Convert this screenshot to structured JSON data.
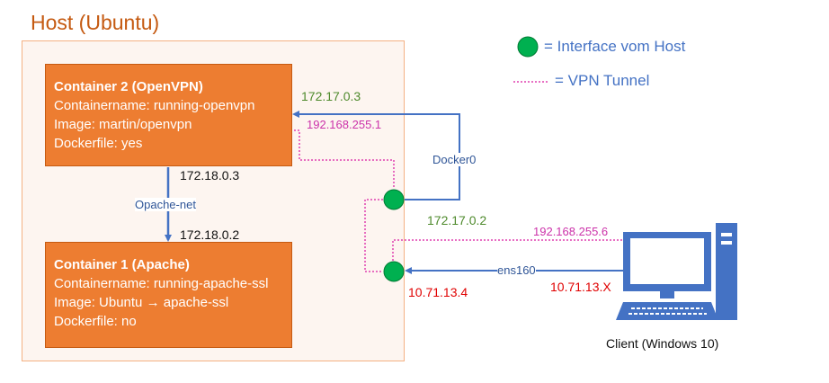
{
  "host": {
    "title": "Host (Ubuntu)"
  },
  "container2": {
    "title": "Container 2 (OpenVPN)",
    "name": "Containername: running-openvpn",
    "image": "Image: martin/openvpn",
    "dockerfile": "Dockerfile: yes"
  },
  "container1": {
    "title": "Container 1 (Apache)",
    "name": "Containername: running-apache-ssl",
    "image_prefix": "Image: Ubuntu ",
    "image_arrow": "→",
    "image_suffix": " apache-ssl",
    "dockerfile": "Dockerfile: no"
  },
  "network": {
    "opache_net": "Opache-net",
    "c2_ip": "172.18.0.3",
    "c1_ip": "172.18.0.2",
    "docker0": "Docker0",
    "docker_c2_ip": "172.17.0.3",
    "docker_host_ip": "172.17.0.2",
    "vpn_c2_ip": "192.168.255.1",
    "vpn_client_ip": "192.168.255.6",
    "ens160": "ens160",
    "host_ip": "10.71.13.4",
    "client_ip": "10.71.13.X"
  },
  "legend": {
    "interface": "= Interface vom Host",
    "vpn": "= VPN Tunnel"
  },
  "client": {
    "label": "Client (Windows 10)"
  },
  "colors": {
    "orange": "#ed7d31",
    "blue": "#4472c4",
    "green_interface": "#00b050",
    "vpn_magenta": "#e040b0"
  }
}
